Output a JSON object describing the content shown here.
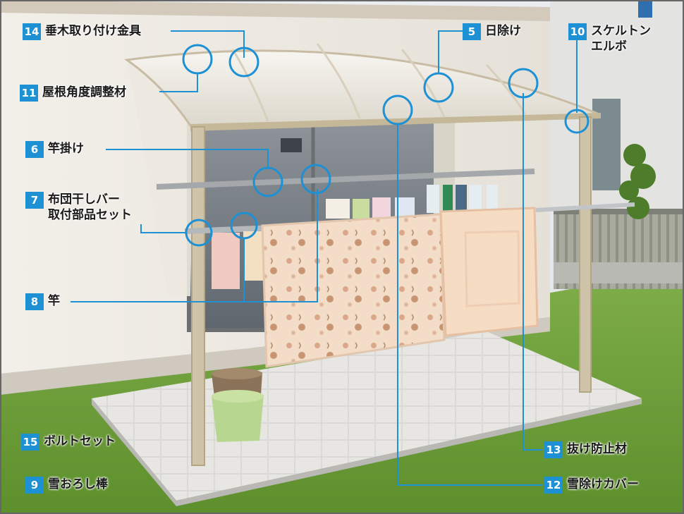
{
  "colors": {
    "callout": "#1e90d4",
    "badge_text": "#ffffff",
    "label_text": "#1a1a1a"
  },
  "callouts": [
    {
      "num": "14",
      "text": "垂木取り付け金具"
    },
    {
      "num": "5",
      "text": "日除け"
    },
    {
      "num": "10",
      "text": "スケルトン\nエルボ"
    },
    {
      "num": "11",
      "text": "屋根角度調整材"
    },
    {
      "num": "6",
      "text": "竿掛け"
    },
    {
      "num": "7",
      "text": "布団干しバー\n取付部品セット"
    },
    {
      "num": "8",
      "text": "竿"
    },
    {
      "num": "15",
      "text": "ボルトセット"
    },
    {
      "num": "9",
      "text": "雪おろし棒"
    },
    {
      "num": "13",
      "text": "抜け防止材"
    },
    {
      "num": "12",
      "text": "雪除けカバー"
    }
  ]
}
